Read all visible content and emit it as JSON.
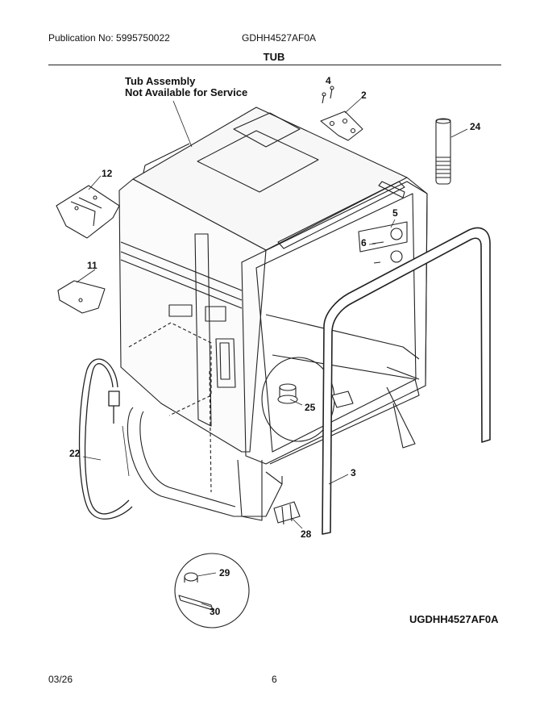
{
  "header": {
    "publication": "Publication No: 5995750022",
    "model": "GDHH4527AF0A",
    "section_title": "TUB"
  },
  "notes": {
    "line1": "Tub Assembly",
    "line2": "Not Available for Service"
  },
  "callouts": {
    "c2": "2",
    "c3": "3",
    "c4": "4",
    "c5": "5",
    "c6": "6",
    "c11": "11",
    "c12": "12",
    "c22": "22",
    "c24": "24",
    "c25": "25",
    "c28": "28",
    "c29": "29",
    "c30": "30"
  },
  "diagram_code": "UGDHH4527AF0A",
  "footer": {
    "date": "03/26",
    "page": "6"
  }
}
